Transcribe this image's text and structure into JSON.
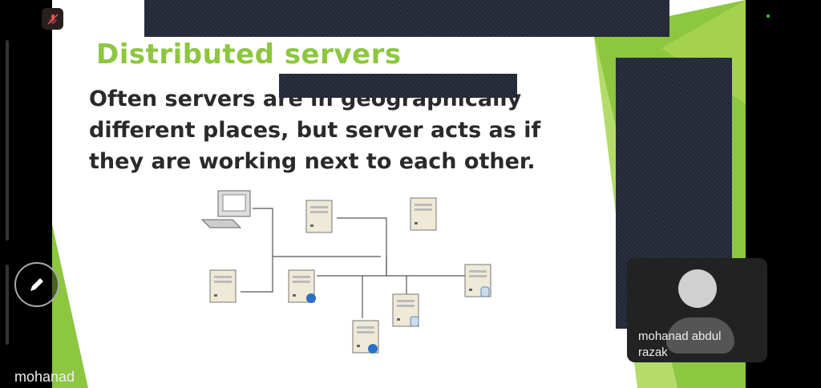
{
  "slide": {
    "title": "Distributed servers",
    "body": "Often servers are in geographically different places, but server acts as if they are working next to each other."
  },
  "participant": {
    "name": "mohanad abdul razak"
  },
  "self_name": "mohanad",
  "colors": {
    "accent_green": "#8dc63f",
    "redaction": "#262c38"
  }
}
